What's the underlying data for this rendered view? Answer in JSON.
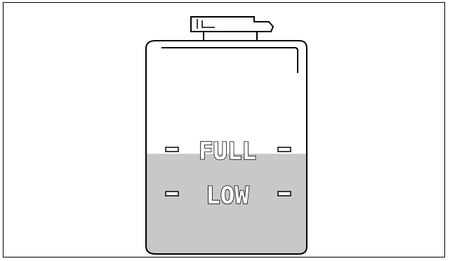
{
  "labels": {
    "full": "FULL",
    "low": "LOW"
  },
  "fill_level_fraction": 0.47,
  "colors": {
    "background": "#ffffff",
    "outline": "#000000",
    "liquid": "#c8c8c8"
  }
}
